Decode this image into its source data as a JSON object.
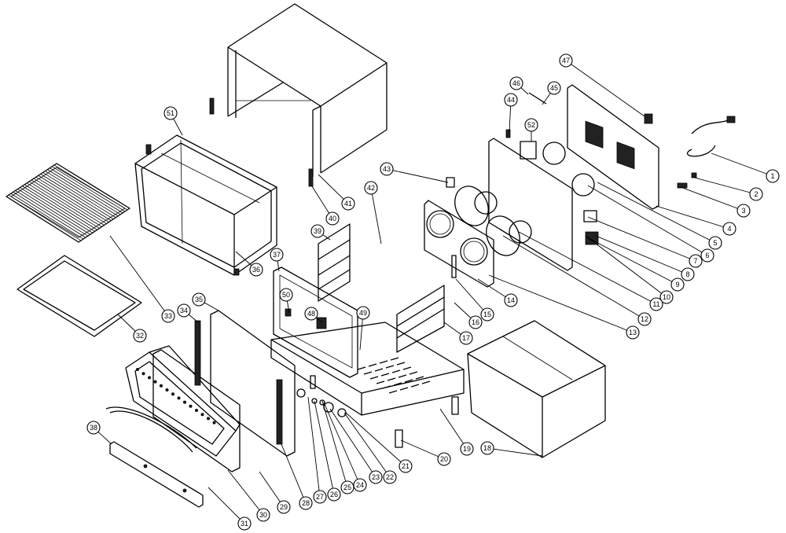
{
  "diagram": {
    "type": "exploded-parts-view",
    "callout_numbers": [
      "1",
      "2",
      "3",
      "4",
      "5",
      "6",
      "7",
      "8",
      "9",
      "10",
      "11",
      "12",
      "13",
      "14",
      "15",
      "16",
      "17",
      "18",
      "19",
      "20",
      "21",
      "22",
      "23",
      "24",
      "25",
      "26",
      "27",
      "28",
      "29",
      "30",
      "31",
      "32",
      "33",
      "34",
      "35",
      "36",
      "37",
      "38",
      "39",
      "40",
      "41",
      "42",
      "43",
      "44",
      "45",
      "46",
      "47",
      "48",
      "49",
      "50",
      "51",
      "52"
    ]
  }
}
